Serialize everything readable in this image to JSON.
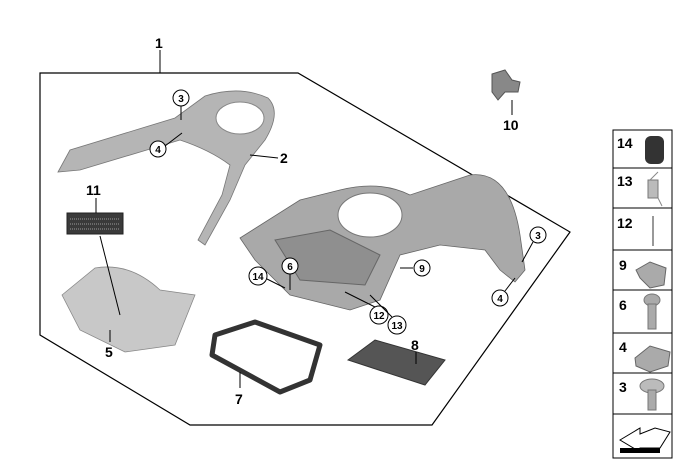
{
  "callouts": {
    "c1": "1",
    "c2": "2",
    "c3a": "3",
    "c4a": "4",
    "c3b": "3",
    "c4b": "4",
    "c5": "5",
    "c6": "6",
    "c7": "7",
    "c8": "8",
    "c9": "9",
    "c10": "10",
    "c11": "11",
    "c12": "12",
    "c13": "13",
    "c14": "14"
  },
  "legend": [
    "14",
    "13",
    "12",
    "9",
    "6",
    "4",
    "3"
  ]
}
